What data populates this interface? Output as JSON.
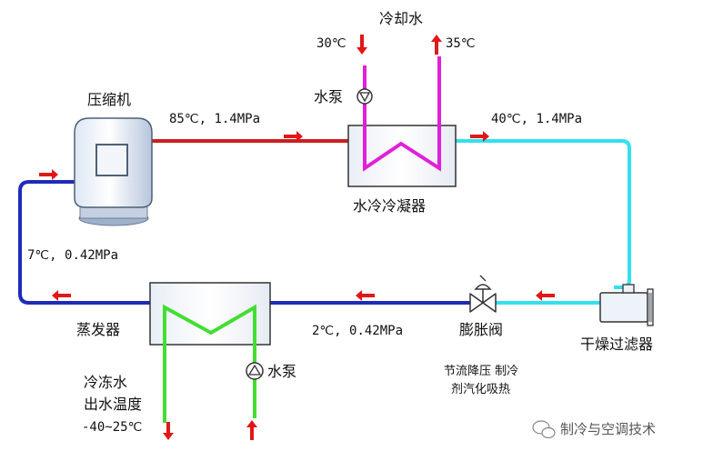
{
  "components": {
    "compressor": "压缩机",
    "condenser": "水冷冷凝器",
    "evaporator": "蒸发器",
    "expansion_valve": "膨胀阀",
    "filter_drier": "干燥过滤器"
  },
  "cooling_water": {
    "title": "冷却水",
    "inlet_temp": "30℃",
    "outlet_temp": "35℃",
    "pump": "水泵"
  },
  "chilled_water": {
    "line1": "冷冻水",
    "line2": "出水温度",
    "line3": "-40~25℃",
    "pump": "水泵"
  },
  "states": {
    "discharge": "85℃, 1.4MPa",
    "liquid": "40℃, 1.4MPa",
    "evap_in": "2℃, 0.42MPa",
    "suction": "7℃, 0.42MPa"
  },
  "valve_note": {
    "line1": "节流降压 制冷",
    "line2": "剂汽化吸热"
  },
  "watermark": "制冷与空调技术",
  "colors": {
    "hot_gas": "#cc1f1f",
    "liquid": "#33e0ee",
    "low_pressure": "#1f2bb8",
    "cooling_water": "#e020d8",
    "chilled_water": "#44dd33",
    "arrow": "#e01818"
  }
}
